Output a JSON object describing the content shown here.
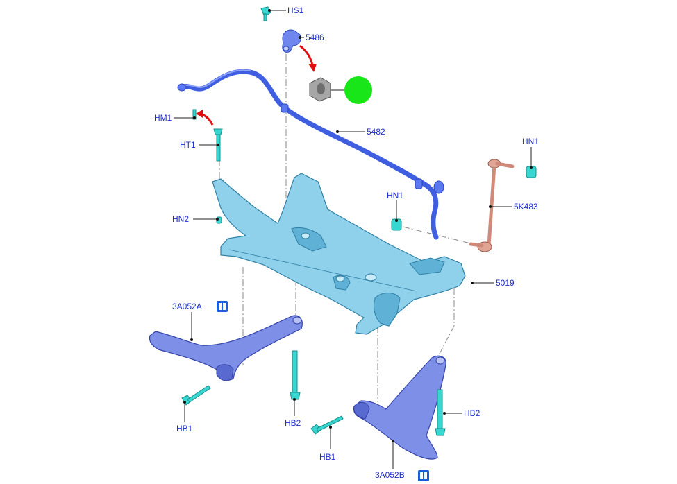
{
  "labels": {
    "hs1": "HS1",
    "p5486": "5486",
    "p5482": "5482",
    "hm1": "HM1",
    "ht1": "HT1",
    "hn2": "HN2",
    "hn1_left": "HN1",
    "hn1_right": "HN1",
    "p5k483": "5K483",
    "p5019": "5019",
    "p3a052a": "3A052A",
    "p3a052b": "3A052B",
    "hb1_left": "HB1",
    "hb2_left": "HB2",
    "hb1_right": "HB1",
    "hb2_right": "HB2"
  },
  "colors": {
    "label_text": "#1d2fd0",
    "subframe": "#8fd0ea",
    "lower_arm": "#7d8fe6",
    "stabilizer_bar": "#3f5fe0",
    "stabilizer_link": "#d08a7a",
    "fasteners": "#37d6d0",
    "bushing": "#9a9a9a",
    "highlight_circle": "#19e619",
    "callout_arrows": "#e01010"
  },
  "icons": [
    "book-icon",
    "book-icon"
  ]
}
